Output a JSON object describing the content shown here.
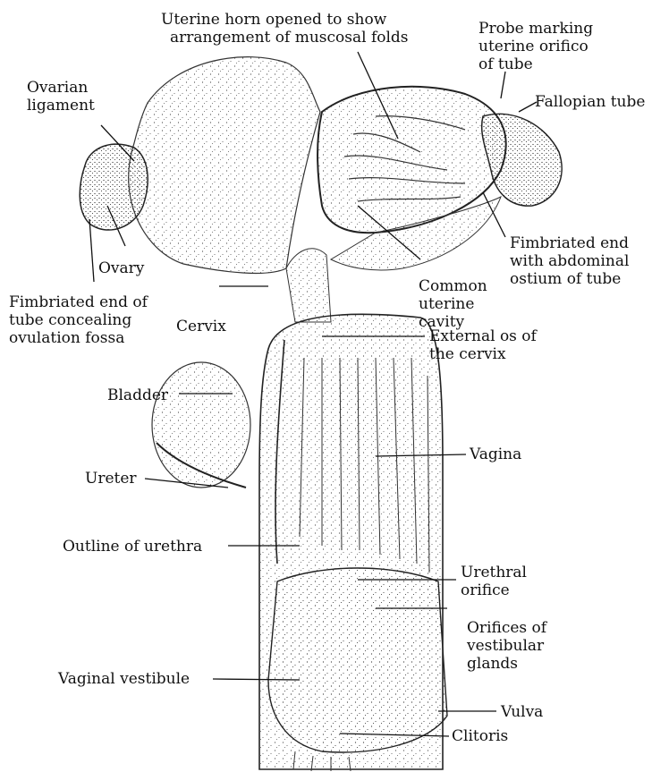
{
  "labels": {
    "uterine_horn": [
      "Uterine horn opened to show",
      "arrangement of muscosal folds"
    ],
    "probe": [
      "Probe marking",
      "uterine orifico",
      "of tube"
    ],
    "fallopian_tube": [
      "Fallopian tube"
    ],
    "ovarian_ligament": [
      "Ovarian",
      "ligament"
    ],
    "fimbriated_right": [
      "Fimbriated end",
      "with abdominal",
      "ostium of tube"
    ],
    "ovary": [
      "Ovary"
    ],
    "common_uterine": [
      "Common",
      "uterine",
      "cavity"
    ],
    "fimbriated_left": [
      "Fimbriated end of",
      "tube concealing",
      "ovulation fossa"
    ],
    "cervix": [
      "Cervix"
    ],
    "external_os": [
      "External os of",
      "the cervix"
    ],
    "bladder": [
      "Bladder"
    ],
    "vagina": [
      "Vagina"
    ],
    "ureter": [
      "Ureter"
    ],
    "urethra": [
      "Outline of urethra"
    ],
    "urethral_orifice": [
      "Urethral",
      "orifice"
    ],
    "vestibular": [
      "Orifices of",
      "vestibular",
      "glands"
    ],
    "vaginal_vestibule": [
      "Vaginal vestibule"
    ],
    "vulva": [
      "Vulva"
    ],
    "clitoris": [
      "Clitoris"
    ]
  },
  "colors": {
    "ink": "#111111",
    "stipple": "#3a3a3a",
    "paper": "#ffffff"
  }
}
